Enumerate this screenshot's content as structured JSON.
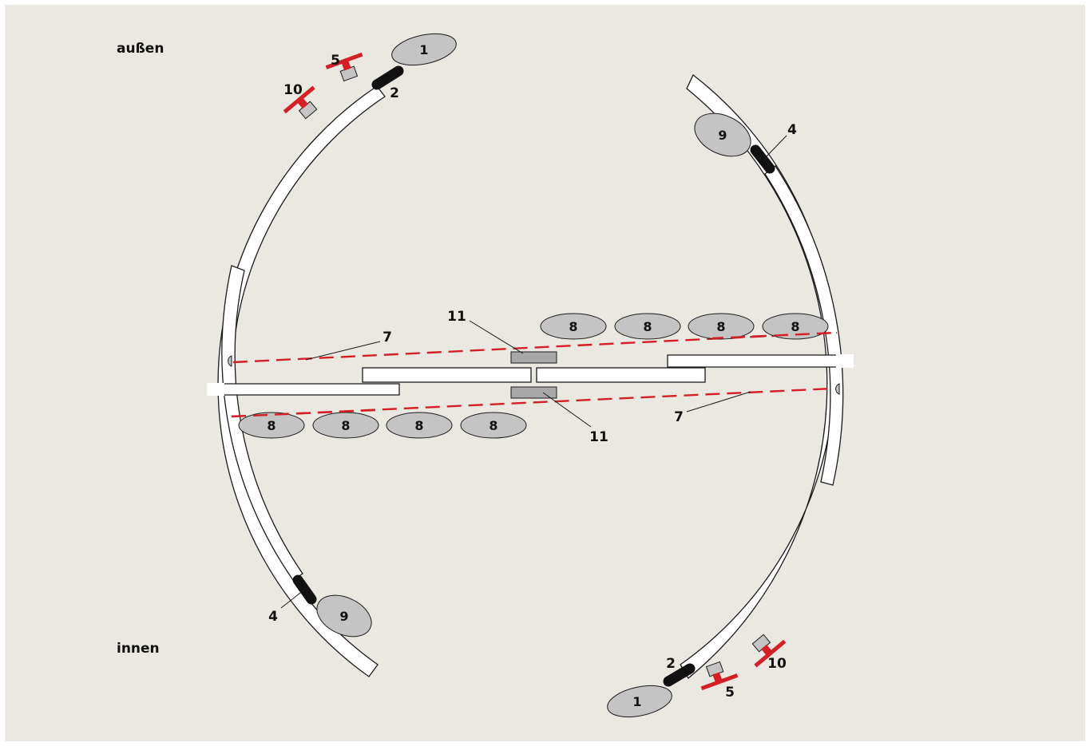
{
  "labels": {
    "outside": "außen",
    "inside": "innen"
  },
  "numbers": {
    "n1": "1",
    "n2": "2",
    "n4": "4",
    "n5": "5",
    "n7": "7",
    "n8": "8",
    "n9": "9",
    "n10": "10",
    "n11": "11"
  },
  "colors": {
    "background": "#eae8e1",
    "panel_white": "#ffffff",
    "line": "#1a1a1a",
    "cap_black": "#111111",
    "part_gray": "#c4c4c4",
    "block_gray": "#a8a8a8",
    "marker_red": "#d41f26"
  }
}
